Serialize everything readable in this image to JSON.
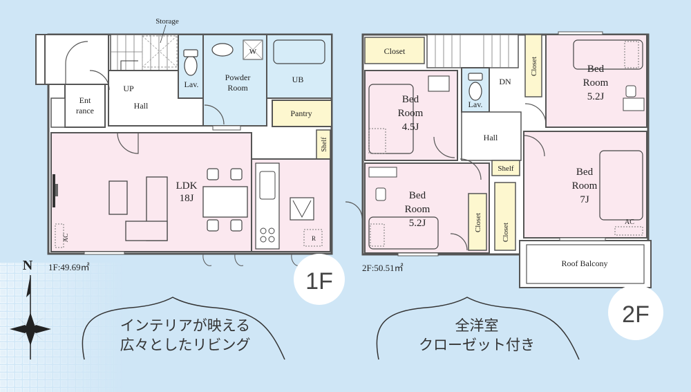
{
  "floor1": {
    "badge": "1F",
    "area": "1F:49.69㎡",
    "rooms": {
      "storage": "Storage",
      "entrance_1": "Ent",
      "entrance_2": "rance",
      "up": "UP",
      "hall": "Hall",
      "lav": "Lav.",
      "powder_1": "Powder",
      "powder_2": "Room",
      "washer": "W",
      "ub": "UB",
      "pantry": "Pantry",
      "shelf": "Shelf",
      "ldk_1": "LDK",
      "ldk_2": "18J",
      "ac": "AC",
      "fridge": "R"
    },
    "caption_1": "インテリアが映える",
    "caption_2": "広々としたリビング"
  },
  "floor2": {
    "badge": "2F",
    "area": "2F:50.51㎡",
    "rooms": {
      "closet_top": "Closet",
      "bed45_1": "Bed",
      "bed45_2": "Room",
      "bed45_3": "4.5J",
      "lav": "Lav.",
      "dn": "DN",
      "hall": "Hall",
      "shelf": "Shelf",
      "closet_right_top": "Closet",
      "bed52a_1": "Bed",
      "bed52a_2": "Room",
      "bed52a_3": "5.2J",
      "bed7_1": "Bed",
      "bed7_2": "Room",
      "bed7_3": "7J",
      "bed52b_1": "Bed",
      "bed52b_2": "Room",
      "bed52b_3": "5.2J",
      "closet_mid1": "Closet",
      "closet_mid2": "Closet",
      "roof_balcony": "Roof Balcony",
      "ac": "AC"
    },
    "caption_1": "全洋室",
    "caption_2": "クローゼット付き"
  },
  "compass": {
    "north": "N"
  },
  "colors": {
    "background": "#cfe6f6",
    "room_pink": "#fbe8ef",
    "room_blue": "#d6ecf8",
    "closet_yellow": "#fdf7cf",
    "wall": "#555555",
    "badge_fill": "#ffffff"
  }
}
